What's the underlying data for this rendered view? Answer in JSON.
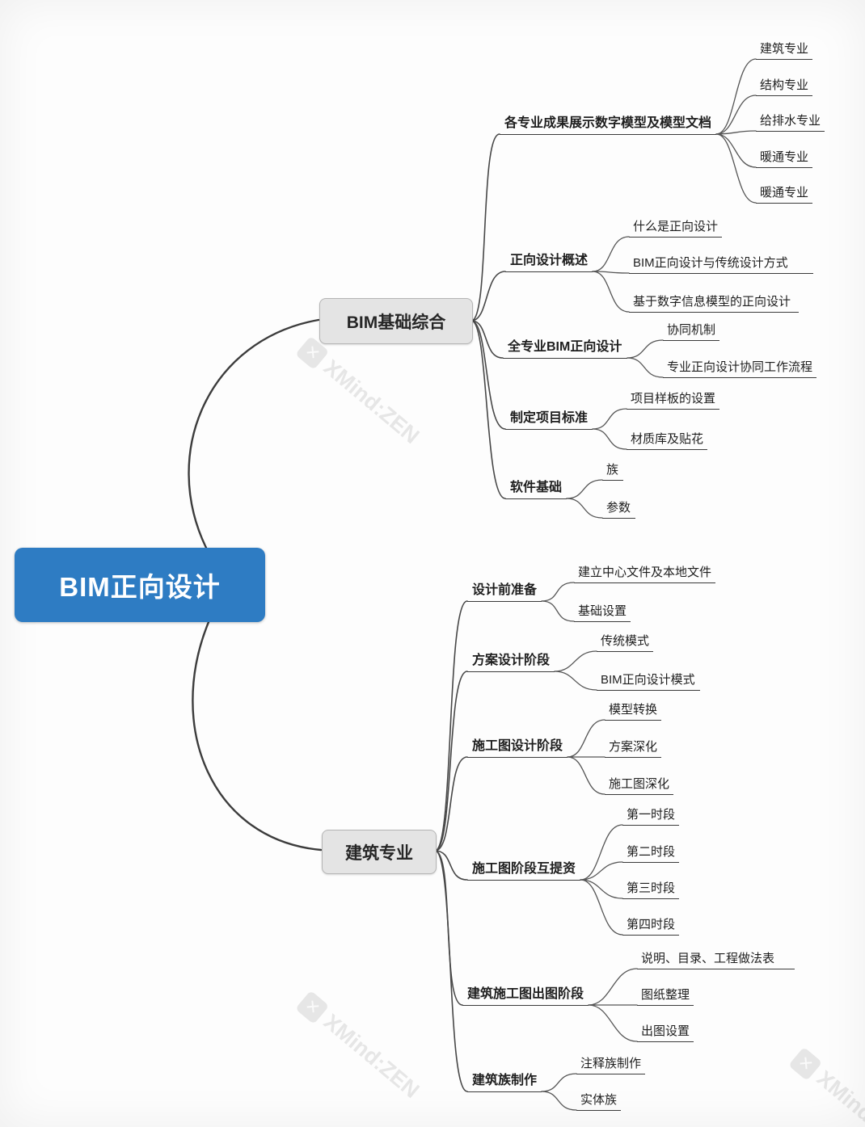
{
  "root": {
    "label": "BIM正向设计"
  },
  "colors": {
    "root_bg": "#2e7cc3",
    "branch_bg": "#e4e4e4",
    "line": "#4d4d4d",
    "root_text": "#ffffff"
  },
  "watermark": {
    "text": "XMind:ZEN"
  },
  "branches": [
    {
      "label": "BIM基础综合",
      "children": [
        {
          "label": "各专业成果展示数字模型及模型文档",
          "children": [
            "建筑专业",
            "结构专业",
            "给排水专业",
            "暖通专业",
            "暖通专业"
          ]
        },
        {
          "label": "正向设计概述",
          "children": [
            "什么是正向设计",
            "BIM正向设计与传统设计方式",
            "基于数字信息模型的正向设计"
          ]
        },
        {
          "label": "全专业BIM正向设计",
          "children": [
            "协同机制",
            "专业正向设计协同工作流程"
          ]
        },
        {
          "label": "制定项目标准",
          "children": [
            "项目样板的设置",
            "材质库及贴花"
          ]
        },
        {
          "label": "软件基础",
          "children": [
            "族",
            "参数"
          ]
        }
      ]
    },
    {
      "label": "建筑专业",
      "children": [
        {
          "label": "设计前准备",
          "children": [
            "建立中心文件及本地文件",
            "基础设置"
          ]
        },
        {
          "label": "方案设计阶段",
          "children": [
            "传统模式",
            "BIM正向设计模式"
          ]
        },
        {
          "label": "施工图设计阶段",
          "children": [
            "模型转换",
            "方案深化",
            "施工图深化"
          ]
        },
        {
          "label": "施工图阶段互提资",
          "children": [
            "第一时段",
            "第二时段",
            "第三时段",
            "第四时段"
          ]
        },
        {
          "label": "建筑施工图出图阶段",
          "children": [
            "说明、目录、工程做法表",
            "图纸整理",
            "出图设置"
          ]
        },
        {
          "label": "建筑族制作",
          "children": [
            "注释族制作",
            "实体族"
          ]
        }
      ]
    }
  ]
}
